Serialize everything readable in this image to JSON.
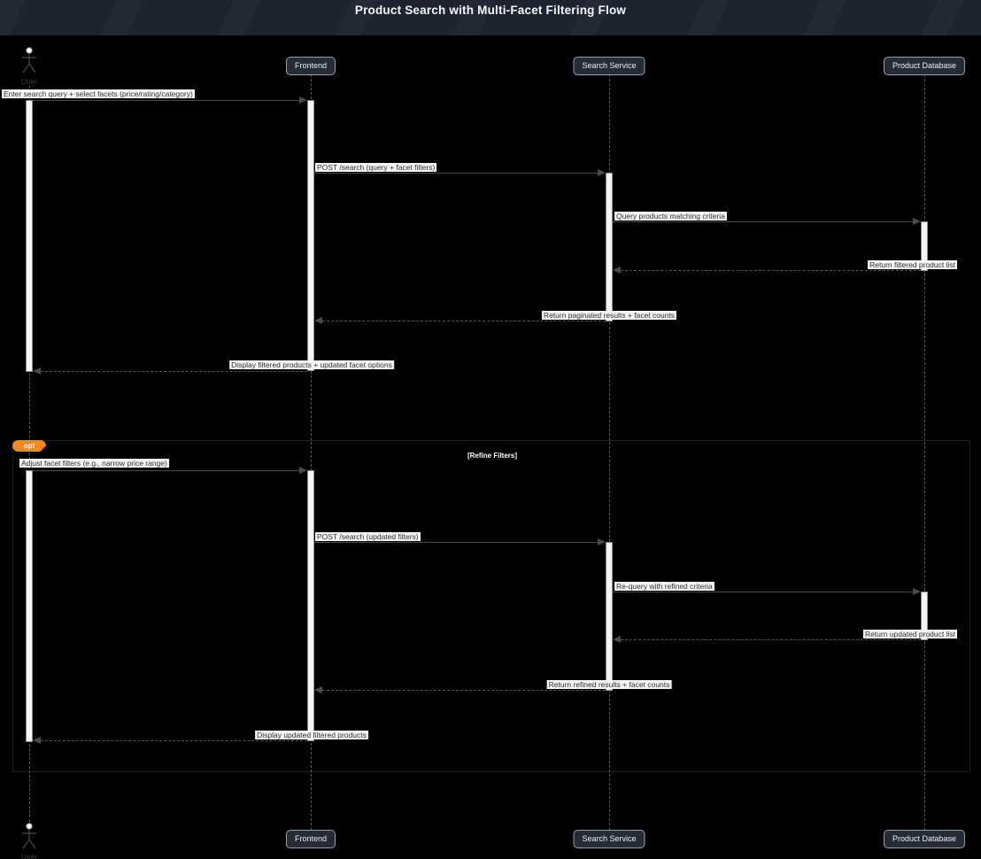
{
  "header": {
    "title": "Product Search with Multi-Facet Filtering Flow"
  },
  "diagram_type": "sequence",
  "participants": {
    "user": {
      "label": "User",
      "type": "actor"
    },
    "frontend": {
      "label": "Frontend",
      "type": "participant"
    },
    "search_service": {
      "label": "Search Service",
      "type": "participant"
    },
    "product_database": {
      "label": "Product Database",
      "type": "participant"
    }
  },
  "messages": [
    {
      "text": "Enter search query + select facets (price/rating/category)",
      "from": "User",
      "to": "Frontend",
      "style": "solid"
    },
    {
      "text": "POST /search (query + facet filters)",
      "from": "Frontend",
      "to": "Search Service",
      "style": "solid"
    },
    {
      "text": "Query products matching criteria",
      "from": "Search Service",
      "to": "Product Database",
      "style": "solid"
    },
    {
      "text": "Return filtered product list",
      "from": "Product Database",
      "to": "Search Service",
      "style": "dashed"
    },
    {
      "text": "Return paginated results + facet counts",
      "from": "Search Service",
      "to": "Frontend",
      "style": "dashed"
    },
    {
      "text": "Display filtered products + updated facet options",
      "from": "Frontend",
      "to": "User",
      "style": "dashed"
    },
    {
      "text": "Adjust facet filters (e.g., narrow price range)",
      "from": "User",
      "to": "Frontend",
      "style": "solid"
    },
    {
      "text": "POST /search (updated filters)",
      "from": "Frontend",
      "to": "Search Service",
      "style": "solid"
    },
    {
      "text": "Re-query with refined criteria",
      "from": "Search Service",
      "to": "Product Database",
      "style": "solid"
    },
    {
      "text": "Return updated product list",
      "from": "Product Database",
      "to": "Search Service",
      "style": "dashed"
    },
    {
      "text": "Return refined results + facet counts",
      "from": "Search Service",
      "to": "Frontend",
      "style": "dashed"
    },
    {
      "text": "Display updated filtered products",
      "from": "Frontend",
      "to": "User",
      "style": "dashed"
    }
  ],
  "fragment": {
    "operator": "opt",
    "condition": "[Refine Filters]"
  },
  "colors": {
    "header_background": "#1e2330",
    "canvas_background": "#000000",
    "participant_fill": "#262b38",
    "participant_border": "#9aa0ab",
    "fragment_tab": "#f6871f",
    "message_label_background": "#f4f4f4",
    "message_label_text": "#303030",
    "line": "#4a4a4a",
    "activation_fill": "#f4f4f4"
  }
}
